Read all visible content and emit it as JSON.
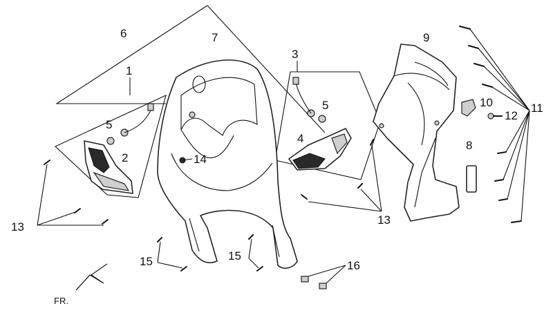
{
  "callouts": [
    {
      "id": "c1",
      "label": "1"
    },
    {
      "id": "c2",
      "label": "2"
    },
    {
      "id": "c3",
      "label": "3"
    },
    {
      "id": "c4",
      "label": "4"
    },
    {
      "id": "c5a",
      "label": "5"
    },
    {
      "id": "c5b",
      "label": "5"
    },
    {
      "id": "c6",
      "label": "6"
    },
    {
      "id": "c7",
      "label": "7"
    },
    {
      "id": "c8",
      "label": "8"
    },
    {
      "id": "c9",
      "label": "9"
    },
    {
      "id": "c10",
      "label": "10"
    },
    {
      "id": "c11",
      "label": "11"
    },
    {
      "id": "c12",
      "label": "12"
    },
    {
      "id": "c13a",
      "label": "13"
    },
    {
      "id": "c13b",
      "label": "13"
    },
    {
      "id": "c14",
      "label": "14"
    },
    {
      "id": "c15a",
      "label": "15"
    },
    {
      "id": "c15b",
      "label": "15"
    },
    {
      "id": "c16",
      "label": "16"
    }
  ],
  "direction_label": "FR.",
  "colors": {
    "line": "#111111",
    "fill": "#ffffff",
    "shade": "#cfcfcf",
    "lens": "#2a2a2a"
  }
}
